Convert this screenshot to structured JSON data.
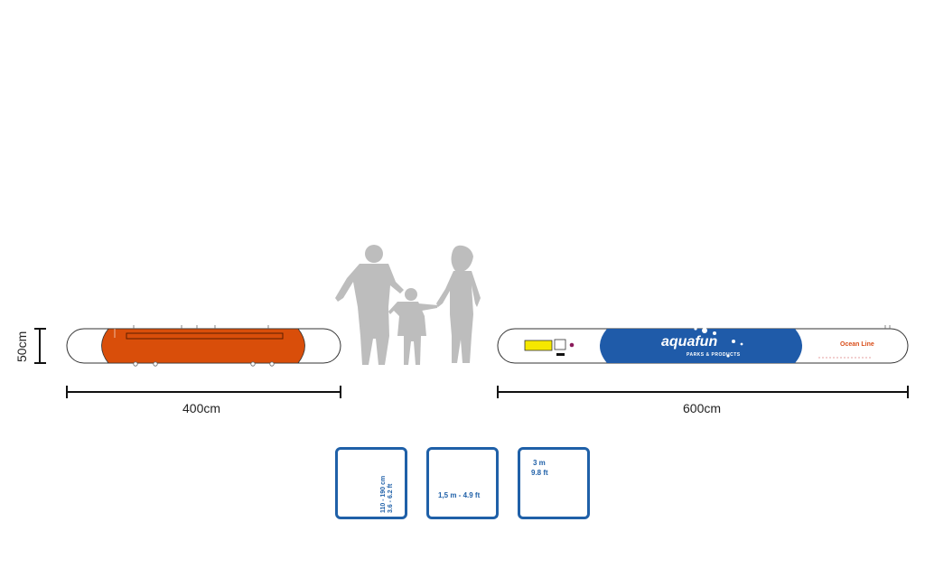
{
  "dimensions": {
    "small_width": "400cm",
    "large_width": "600cm",
    "height": "50cm"
  },
  "branding": {
    "logo": "aquafun",
    "logo_sub": "PARKS & PRODUCTS",
    "product_line": "Ocean Line"
  },
  "icons": {
    "height_icon": {
      "name": "person-height-icon",
      "cm": "110 - 190 cm",
      "ft": "3.6 - 6.2 ft"
    },
    "depth_icon": {
      "name": "water-depth-icon",
      "text": "1,5 m - 4.9 ft"
    },
    "jump_icon": {
      "name": "jump-distance-icon",
      "meters": "3 m",
      "feet": "9.8 ft"
    }
  },
  "colors": {
    "orange": "#d94e0a",
    "blue": "#1f5ba9",
    "yellow": "#f5e800",
    "silhouette": "#bdbdbd",
    "icon_blue": "#1f60a8"
  }
}
